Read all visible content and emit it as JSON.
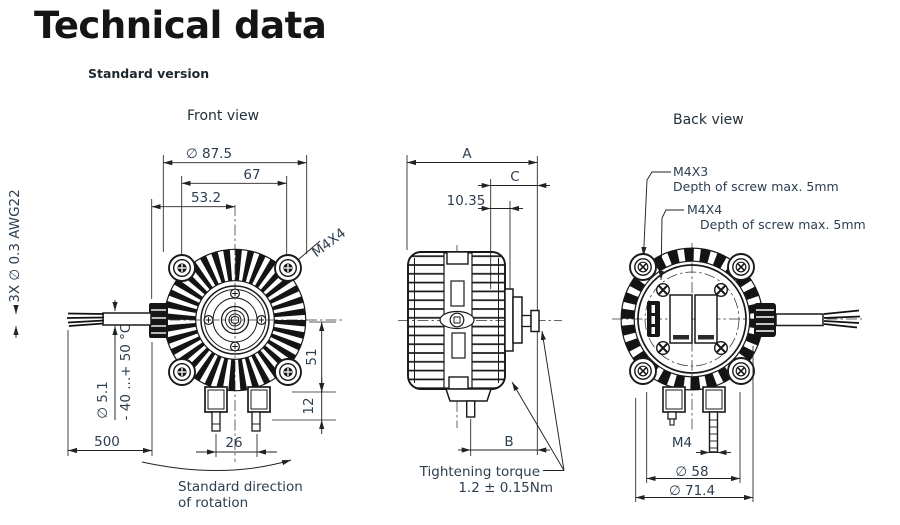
{
  "title": "Technical data",
  "subtitle": "Standard version",
  "front": {
    "label": "Front view",
    "dia_outer": "∅ 87.5",
    "dim_67": "67",
    "dim_53_2": "53.2",
    "screw_label": "M4X4",
    "dim_51": "51",
    "dim_12": "12",
    "dim_26": "26",
    "dim_500": "500",
    "wire_spec": "3X ∅ 0.3 AWG22",
    "wire_dia": "∅ 5.1",
    "temp_range": "- 40 ...+ 50 °C",
    "rotation_line1": "Standard direction",
    "rotation_line2": "of rotation"
  },
  "side": {
    "dim_a": "A",
    "dim_c": "C",
    "dim_10_35": "10.35",
    "dim_b": "B",
    "torque_line1": "Tightening torque",
    "torque_line2": "1.2 ± 0.15Nm"
  },
  "back": {
    "label": "Back view",
    "screw_top_label": "M4X3",
    "screw_top_note": "Depth of screw max. 5mm",
    "screw_inner_label": "M4X4",
    "screw_inner_note": "Depth of screw max. 5mm",
    "stud_label": "M4",
    "dia_bolt_circle": "∅ 58",
    "dia_outer": "∅ 71.4"
  },
  "colors": {
    "line": "#1a1a1a",
    "dim_line": "#222222",
    "text": "#2d3e50",
    "title": "#151515",
    "background": "#ffffff"
  }
}
